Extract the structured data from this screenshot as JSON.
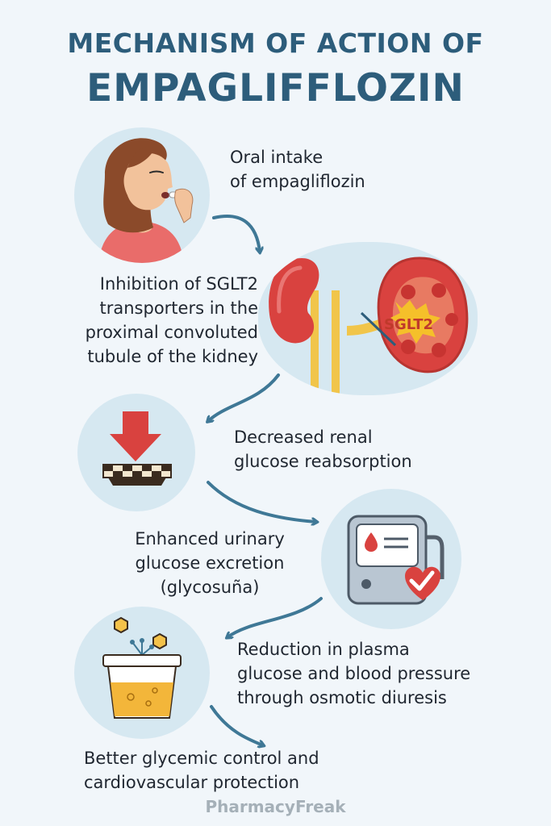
{
  "title": {
    "line1": "MECHANISM OF ACTION OF",
    "line2": "EMPAGLIFFLOZIN"
  },
  "steps": [
    {
      "icon": "person-taking-pill-icon",
      "lines": [
        "Oral intake",
        "of empagliflozin"
      ]
    },
    {
      "icon": "kidney-sglt2-icon",
      "badge": "SGLT2",
      "lines": [
        "Inhibition of SGLT2",
        "transporters in the",
        "proximal convoluted",
        "tubule of the kidney"
      ]
    },
    {
      "icon": "reabsorption-down-arrow-icon",
      "lines": [
        "Decreased renal",
        "glucose reabsorption"
      ]
    },
    {
      "icon": "blood-pressure-monitor-heart-icon",
      "lines": [
        "Enhanced urinary",
        "glucose excretion",
        "(glycosuña)"
      ]
    },
    {
      "icon": "urine-cup-glucose-icon",
      "lines": [
        "Reduction in plasma",
        "glucose and blood pressure",
        "through osmotic diuresis"
      ]
    },
    {
      "lines": [
        "Better glycemic control and",
        "cardiovascular protection"
      ]
    }
  ],
  "footer": "PharmacyFreak",
  "colors": {
    "background": "#f1f6fa",
    "title": "#2d5d7b",
    "circle": "#d6e8f1",
    "arrow": "#3f7896",
    "kidney": "#d9423f",
    "accent_red": "#d9423f",
    "footer": "#a5b0b8"
  }
}
